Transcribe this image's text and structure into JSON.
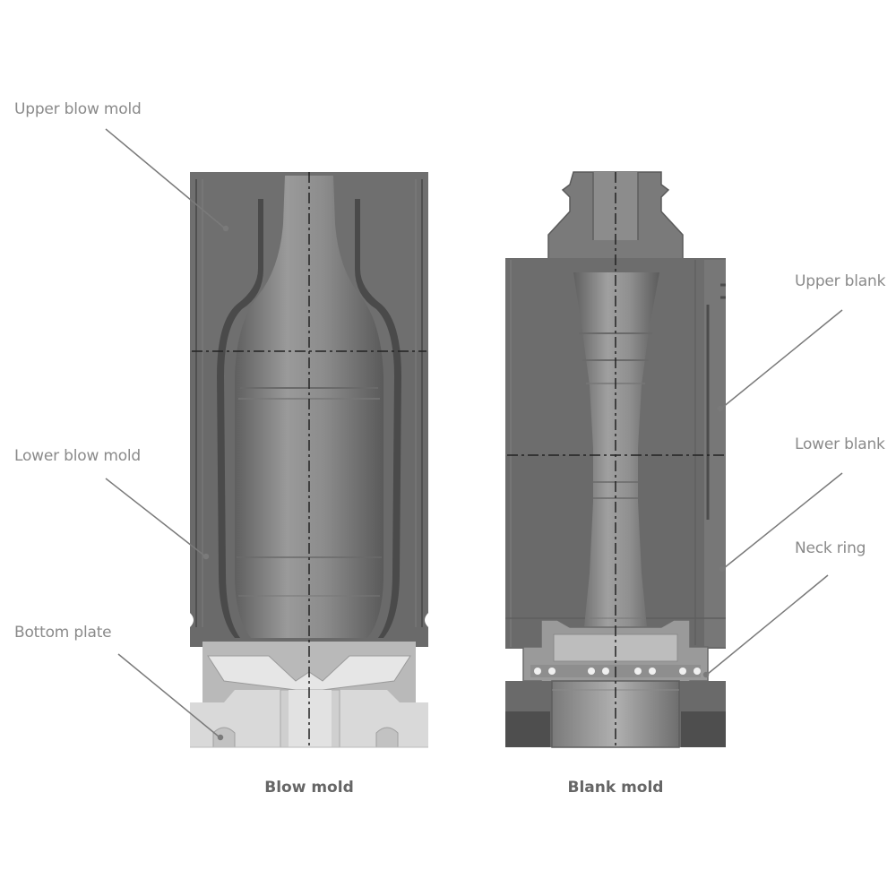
{
  "labels": {
    "upper_blow_mold": "Upper blow mold",
    "lower_blow_mold": "Lower blow mold",
    "bottom_plate": "Bottom plate",
    "upper_blank": "Upper blank",
    "lower_blank": "Lower blank",
    "neck_ring": "Neck ring"
  },
  "captions": {
    "blow_mold": "Blow mold",
    "blank_mold": "Blank mold"
  },
  "colors": {
    "mold_body": "#6e6e6e",
    "mold_dark": "#575757",
    "cavity": "#8a8a8a",
    "plate_light": "#dadada",
    "leader_line": "#7a7a7a",
    "label_text": "#8a8a8a",
    "caption_text": "#666666"
  }
}
